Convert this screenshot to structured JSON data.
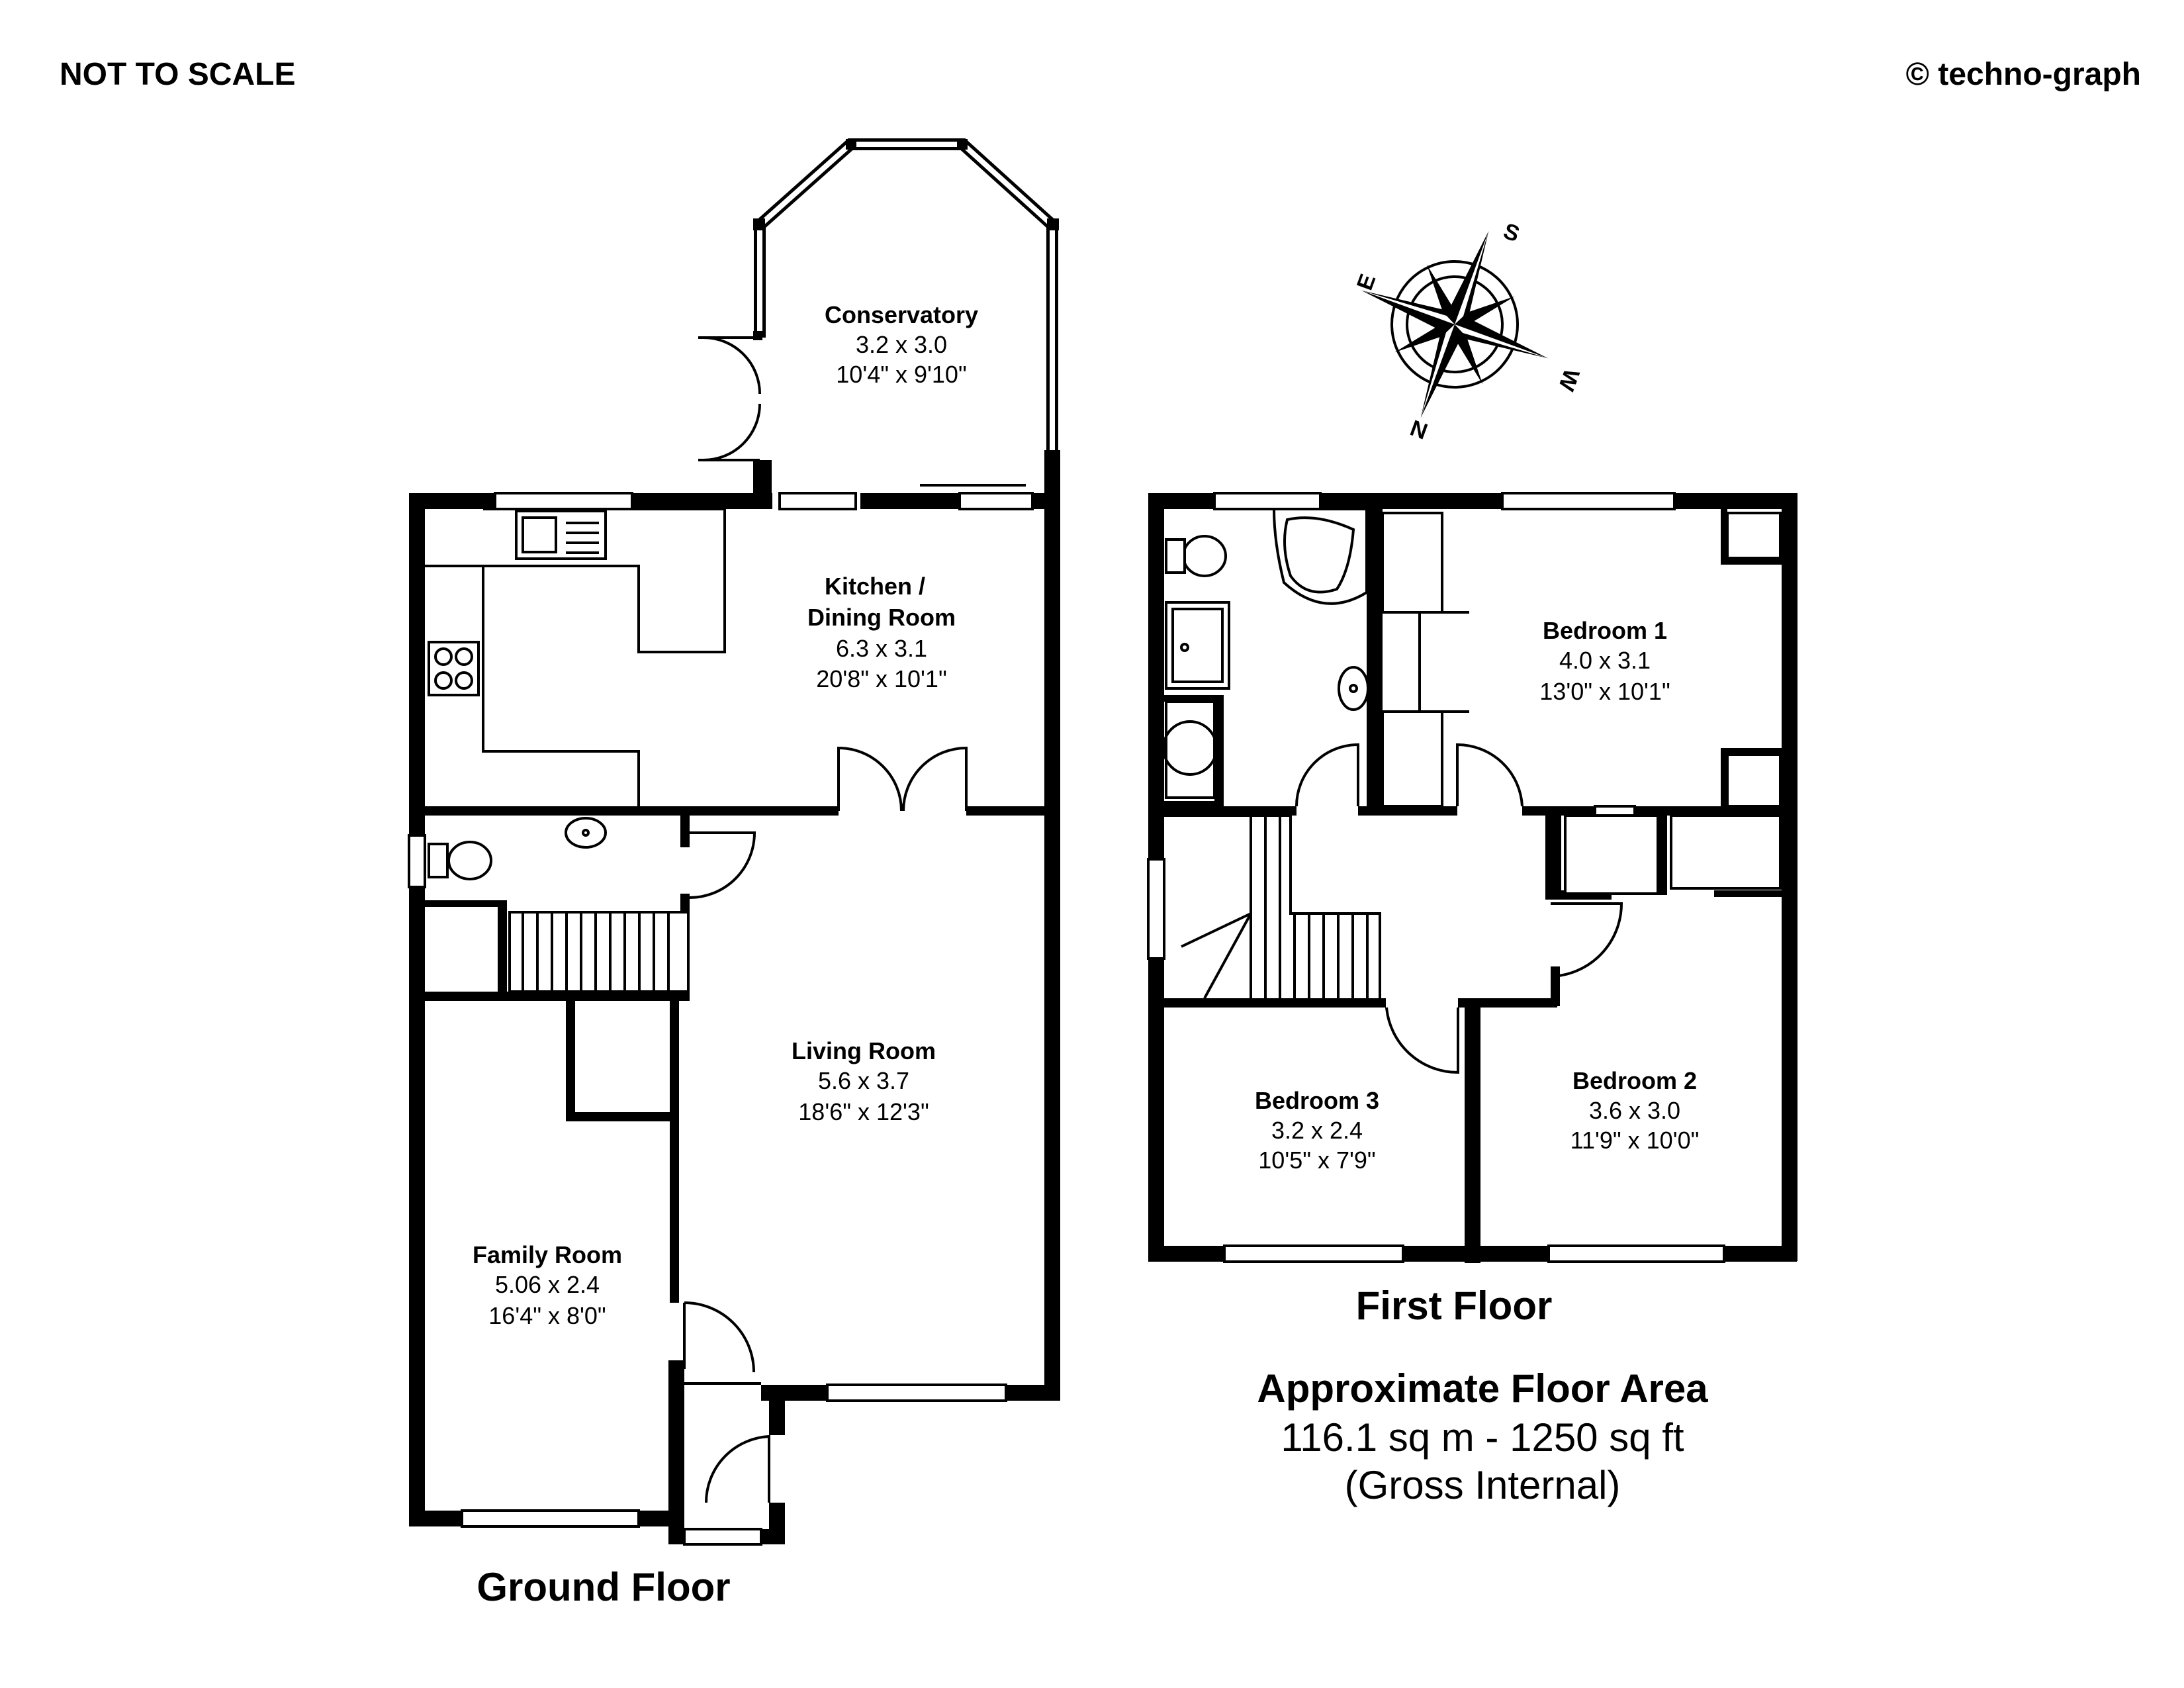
{
  "header": {
    "scale_note": "NOT TO SCALE",
    "copyright": "© techno-graph"
  },
  "compass": {
    "labels": [
      "S",
      "W",
      "N",
      "E"
    ],
    "icon": "compass-rose-icon"
  },
  "ground_floor": {
    "title": "Ground Floor",
    "rooms": {
      "conservatory": {
        "name": "Conservatory",
        "metric": "3.2 x 3.0",
        "imperial": "10'4\" x 9'10\""
      },
      "kitchen": {
        "name_line1": "Kitchen /",
        "name_line2": "Dining Room",
        "metric": "6.3 x 3.1",
        "imperial": "20'8\" x 10'1\""
      },
      "living": {
        "name": "Living Room",
        "metric": "5.6 x 3.7",
        "imperial": "18'6\" x 12'3\""
      },
      "family": {
        "name": "Family Room",
        "metric": "5.06 x 2.4",
        "imperial": "16'4\" x 8'0\""
      }
    }
  },
  "first_floor": {
    "title": "First Floor",
    "rooms": {
      "bedroom1": {
        "name": "Bedroom 1",
        "metric": "4.0 x 3.1",
        "imperial": "13'0\" x 10'1\""
      },
      "bedroom2": {
        "name": "Bedroom 2",
        "metric": "3.6 x 3.0",
        "imperial": "11'9\" x 10'0\""
      },
      "bedroom3": {
        "name": "Bedroom 3",
        "metric": "3.2 x 2.4",
        "imperial": "10'5\" x 7'9\""
      }
    }
  },
  "floor_area": {
    "title": "Approximate Floor Area",
    "value": "116.1 sq m - 1250 sq ft",
    "note": "(Gross Internal)"
  }
}
